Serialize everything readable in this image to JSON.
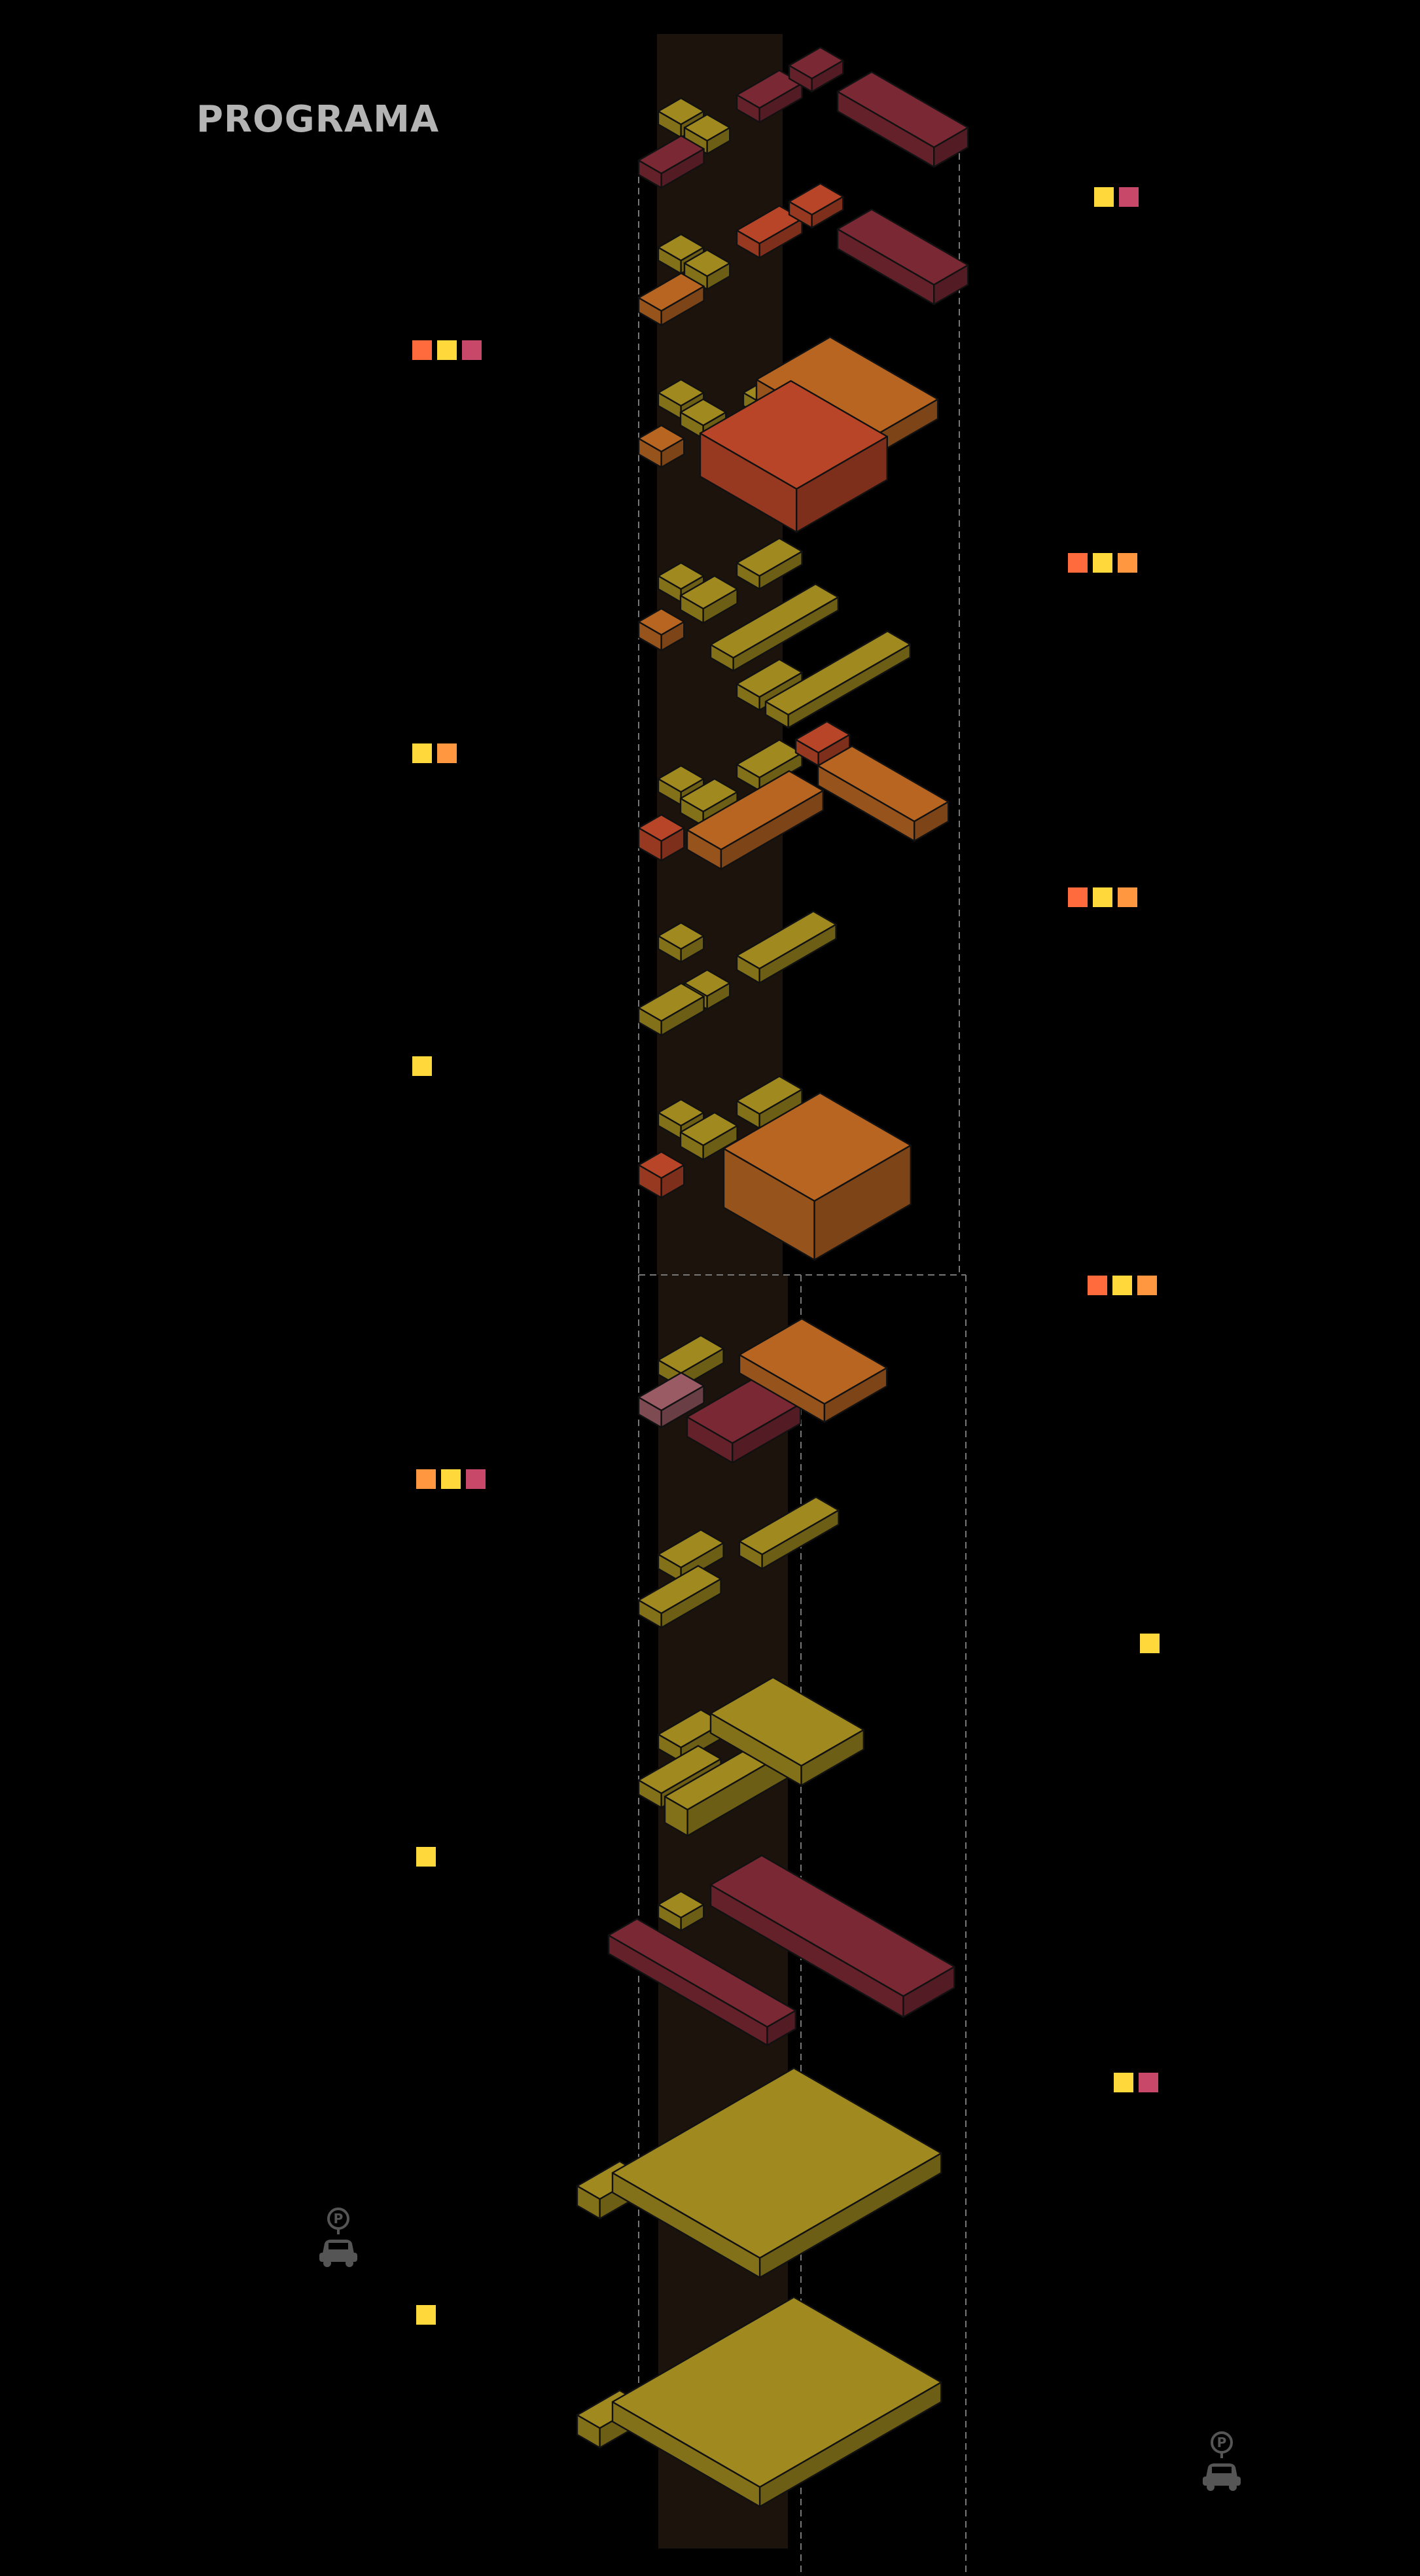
{
  "title": "PROGRAMA",
  "colors": {
    "background": "#000000",
    "core": "#1c130d",
    "yellow": "#a08a20",
    "orange": "#b86522",
    "red": "#b84528",
    "wine": "#7a2833",
    "pink": "#9a5b65",
    "swatch_red": "#ff6b3d",
    "swatch_yellow": "#ffd93b",
    "swatch_orange": "#ff9640",
    "swatch_pink": "#c8486a"
  },
  "legends": [
    [
      "yellow",
      "pink"
    ],
    [
      "red",
      "yellow",
      "pink"
    ],
    [
      "red",
      "yellow",
      "orange"
    ],
    [
      "yellow",
      "orange"
    ],
    [
      "red",
      "yellow",
      "orange"
    ],
    [
      "yellow"
    ],
    [
      "red",
      "yellow",
      "orange"
    ],
    [
      "orange",
      "yellow",
      "pink"
    ],
    [
      "yellow"
    ],
    [
      "yellow"
    ],
    [
      "yellow",
      "pink"
    ],
    [
      "yellow"
    ]
  ],
  "icons": [
    "parking-icon",
    "parking-icon"
  ]
}
